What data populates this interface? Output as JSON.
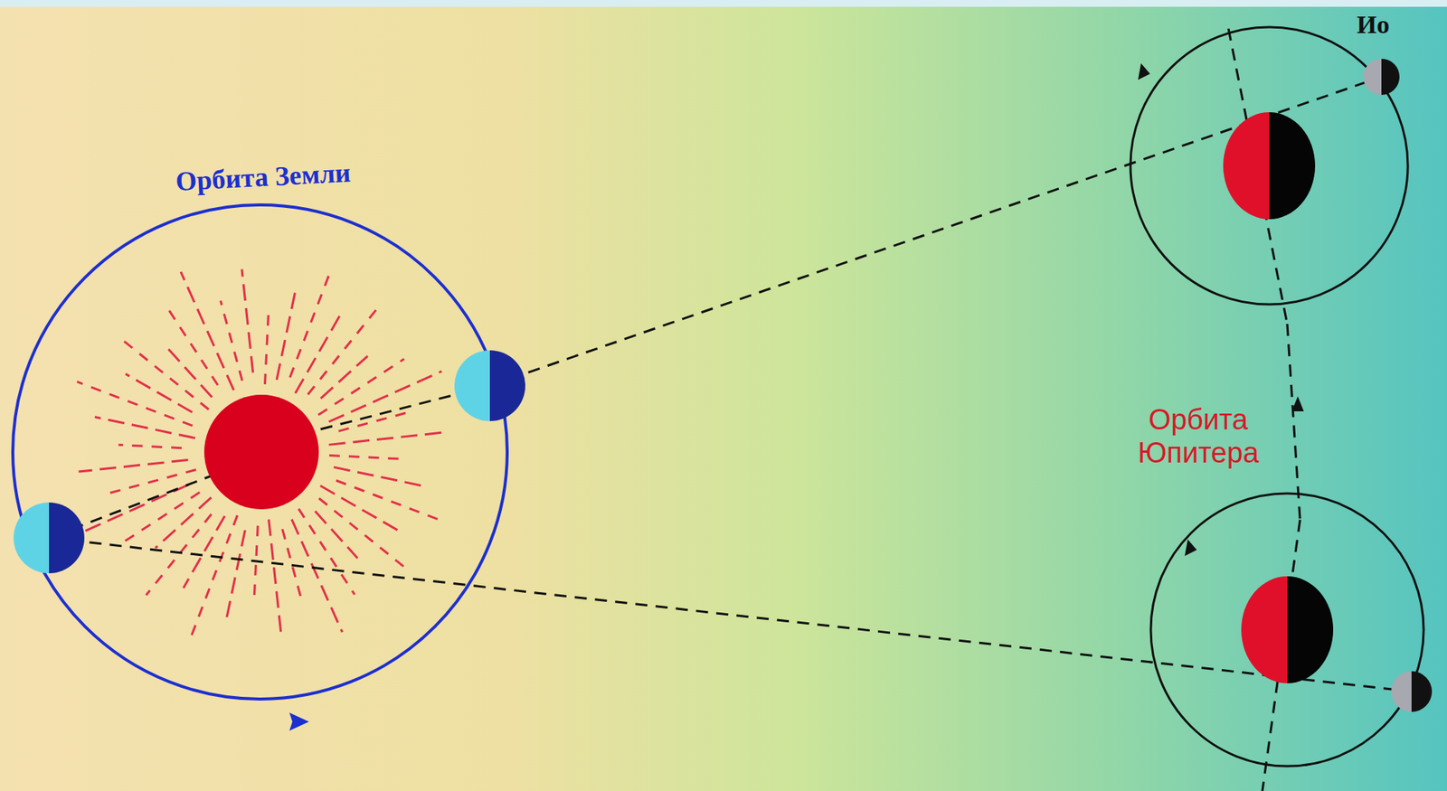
{
  "diagram": {
    "labels": [
      "Орбита Земли",
      "Орбита Юпитера",
      "Ио"
    ]
  }
}
